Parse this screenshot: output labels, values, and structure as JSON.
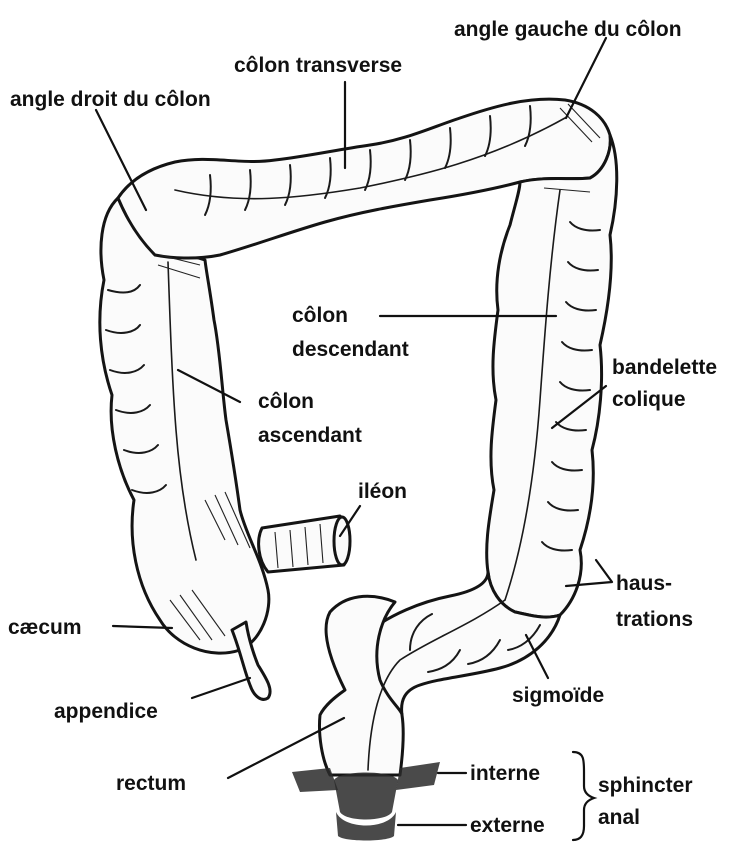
{
  "labels": {
    "angle_gauche": "angle gauche du côlon",
    "colon_transverse": "côlon transverse",
    "angle_droit": "angle droit du côlon",
    "colon_descendant_1": "côlon",
    "colon_descendant_2": "descendant",
    "colon_ascendant_1": "côlon",
    "colon_ascendant_2": "ascendant",
    "bandelette_1": "bandelette",
    "bandelette_2": "colique",
    "ileon": "iléon",
    "caecum": "cæcum",
    "haustrations_1": "haus-",
    "haustrations_2": "trations",
    "appendice": "appendice",
    "sigmoide": "sigmoïde",
    "rectum": "rectum",
    "interne": "interne",
    "externe": "externe",
    "sphincter_1": "sphincter",
    "sphincter_2": "anal"
  },
  "colors": {
    "ink": "#111111",
    "background": "#ffffff"
  }
}
